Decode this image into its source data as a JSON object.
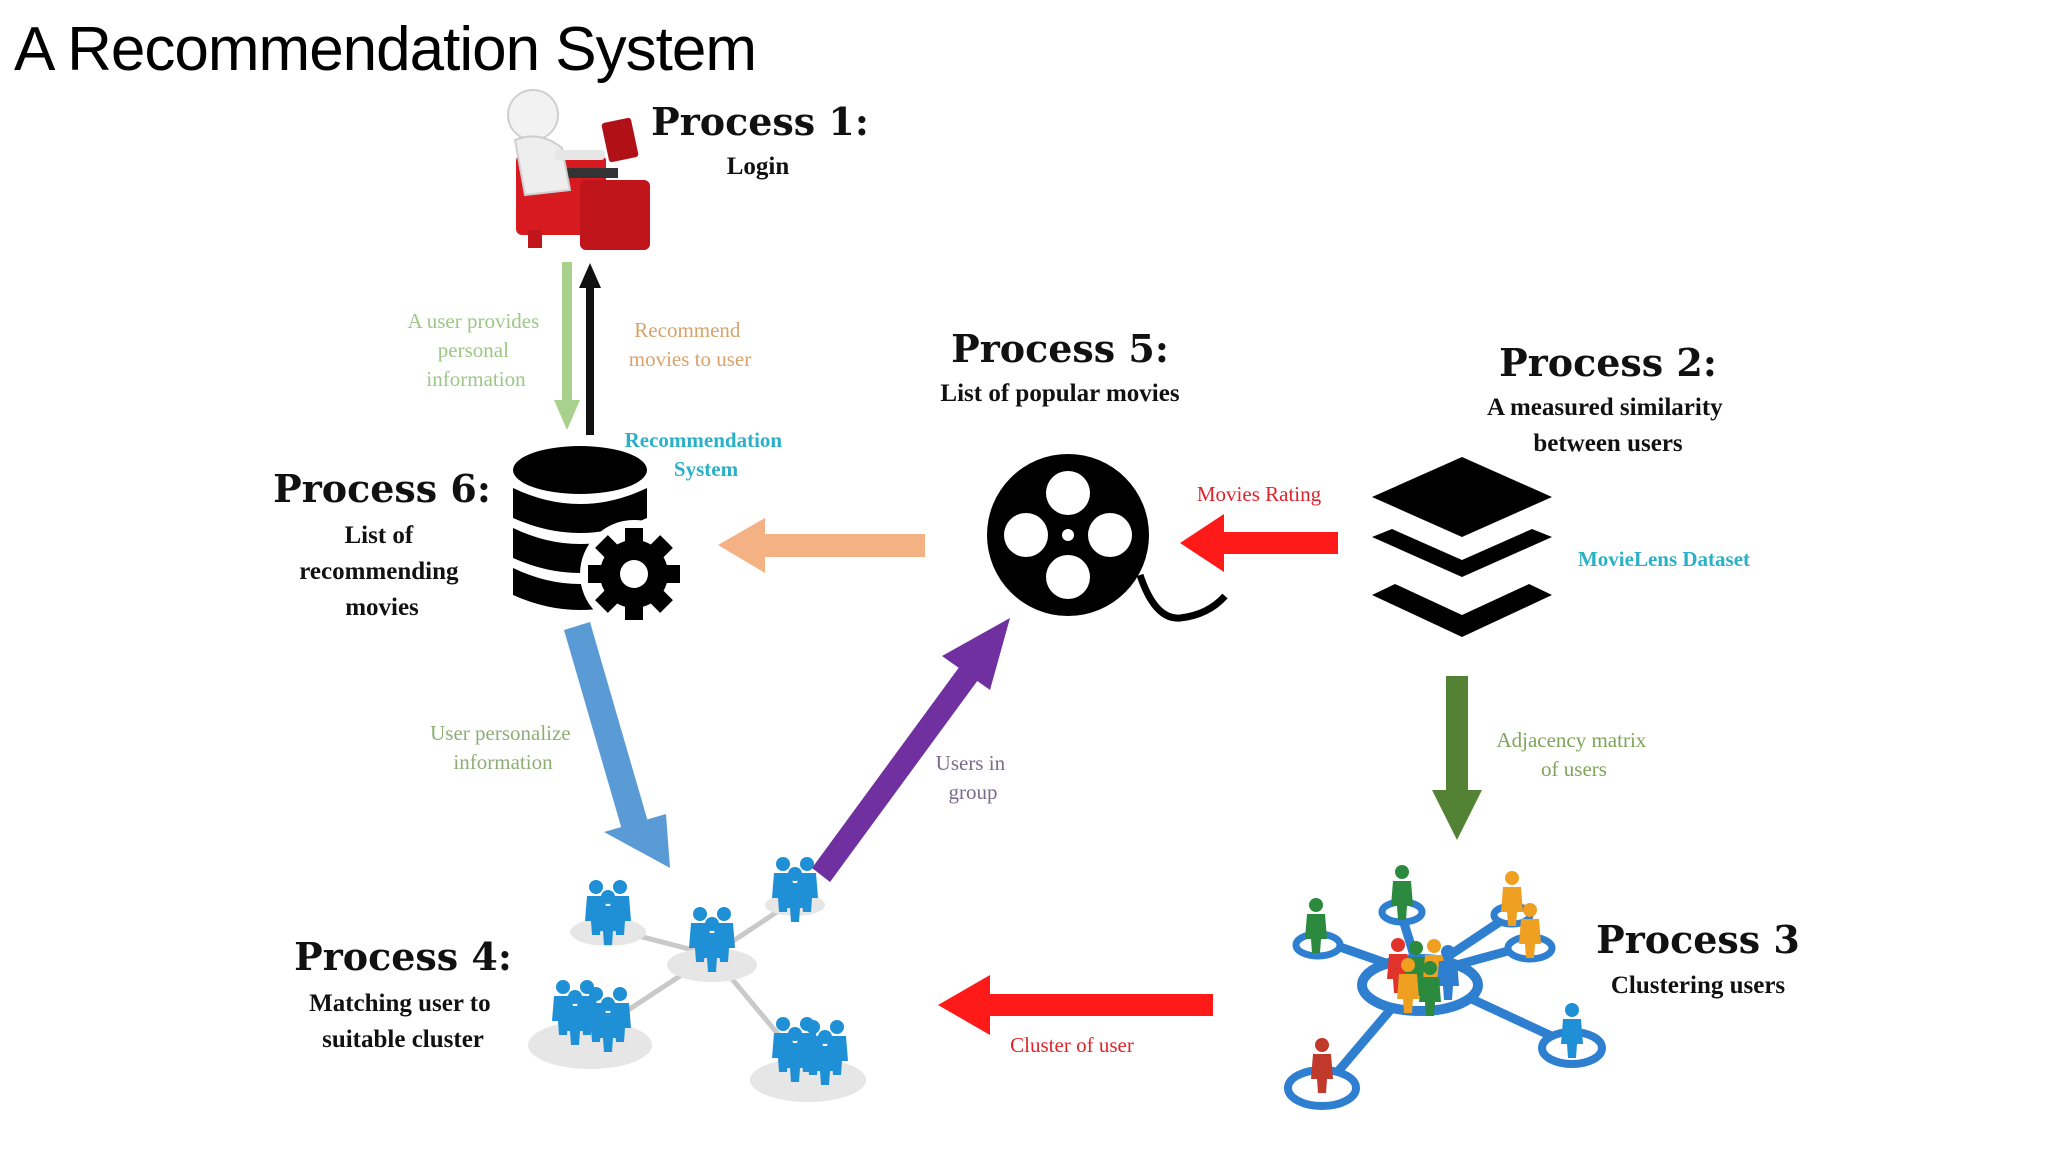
{
  "slide_title": "A Recommendation System",
  "processes": {
    "p1": {
      "title": "Process 1:",
      "subtitle": "Login"
    },
    "p2": {
      "title": "Process 2:",
      "subtitle_lines": [
        "A measured similarity",
        "between users"
      ]
    },
    "p3": {
      "title": "Process 3",
      "subtitle": "Clustering users"
    },
    "p4": {
      "title": "Process 4:",
      "subtitle_lines": [
        "Matching user to",
        "suitable cluster"
      ]
    },
    "p5": {
      "title": "Process 5:",
      "subtitle": "List of popular movies"
    },
    "p6": {
      "title": "Process 6:",
      "subtitle_lines": [
        "List of",
        "recommending",
        "movies"
      ]
    }
  },
  "labels": {
    "user_provides": [
      "A user provides",
      "personal",
      "information"
    ],
    "recommend": [
      "Recommend",
      "movies to user"
    ],
    "recommendation_system": [
      "Recommendation",
      "System"
    ],
    "movies_rating": "Movies Rating",
    "movielens": "MovieLens Dataset",
    "adjacency": [
      "Adjacency matrix",
      "of users"
    ],
    "user_personalize": [
      "User personalize",
      "information"
    ],
    "users_in_group": [
      "Users in",
      "group"
    ],
    "cluster_of_user": "Cluster of user"
  },
  "colors": {
    "green_light": "#a9d18e",
    "orange_arrow": "#f4b183",
    "red": "#ff1a1a",
    "green_dark": "#548235",
    "blue_arrow": "#5b9bd5",
    "purple": "#7030a0",
    "cyan_text": "#2ab0c8",
    "person_blue": "#1f8fd6"
  }
}
